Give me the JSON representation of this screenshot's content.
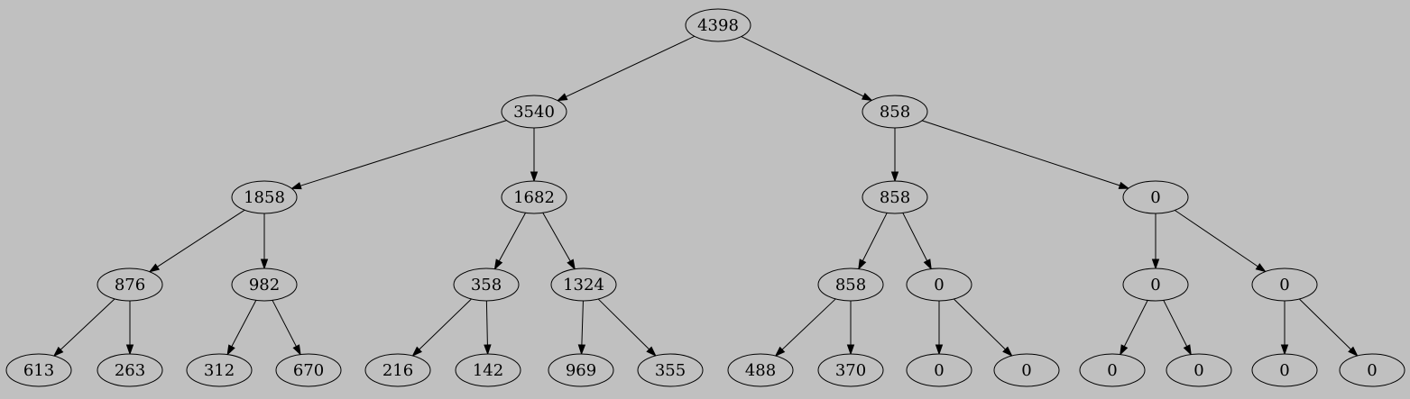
{
  "colors": {
    "background": "#c0c0c0",
    "node_fill": "#c0c0c0",
    "stroke": "#000000",
    "text": "#000000"
  },
  "tree": {
    "nodes": [
      {
        "id": "n0",
        "label": "4398"
      },
      {
        "id": "n1",
        "label": "3540"
      },
      {
        "id": "n2",
        "label": "858"
      },
      {
        "id": "n3",
        "label": "1858"
      },
      {
        "id": "n4",
        "label": "1682"
      },
      {
        "id": "n5",
        "label": "858"
      },
      {
        "id": "n6",
        "label": "0"
      },
      {
        "id": "n7",
        "label": "876"
      },
      {
        "id": "n8",
        "label": "982"
      },
      {
        "id": "n9",
        "label": "358"
      },
      {
        "id": "n10",
        "label": "1324"
      },
      {
        "id": "n11",
        "label": "858"
      },
      {
        "id": "n12",
        "label": "0"
      },
      {
        "id": "n13",
        "label": "0"
      },
      {
        "id": "n14",
        "label": "0"
      },
      {
        "id": "n15",
        "label": "613"
      },
      {
        "id": "n16",
        "label": "263"
      },
      {
        "id": "n17",
        "label": "312"
      },
      {
        "id": "n18",
        "label": "670"
      },
      {
        "id": "n19",
        "label": "216"
      },
      {
        "id": "n20",
        "label": "142"
      },
      {
        "id": "n21",
        "label": "969"
      },
      {
        "id": "n22",
        "label": "355"
      },
      {
        "id": "n23",
        "label": "488"
      },
      {
        "id": "n24",
        "label": "370"
      },
      {
        "id": "n25",
        "label": "0"
      },
      {
        "id": "n26",
        "label": "0"
      },
      {
        "id": "n27",
        "label": "0"
      },
      {
        "id": "n28",
        "label": "0"
      },
      {
        "id": "n29",
        "label": "0"
      },
      {
        "id": "n30",
        "label": "0"
      }
    ],
    "edges": [
      [
        "n0",
        "n1"
      ],
      [
        "n0",
        "n2"
      ],
      [
        "n1",
        "n3"
      ],
      [
        "n1",
        "n4"
      ],
      [
        "n2",
        "n5"
      ],
      [
        "n2",
        "n6"
      ],
      [
        "n3",
        "n7"
      ],
      [
        "n3",
        "n8"
      ],
      [
        "n4",
        "n9"
      ],
      [
        "n4",
        "n10"
      ],
      [
        "n5",
        "n11"
      ],
      [
        "n5",
        "n12"
      ],
      [
        "n6",
        "n13"
      ],
      [
        "n6",
        "n14"
      ],
      [
        "n7",
        "n15"
      ],
      [
        "n7",
        "n16"
      ],
      [
        "n8",
        "n17"
      ],
      [
        "n8",
        "n18"
      ],
      [
        "n9",
        "n19"
      ],
      [
        "n9",
        "n20"
      ],
      [
        "n10",
        "n21"
      ],
      [
        "n10",
        "n22"
      ],
      [
        "n11",
        "n23"
      ],
      [
        "n11",
        "n24"
      ],
      [
        "n12",
        "n25"
      ],
      [
        "n12",
        "n26"
      ],
      [
        "n13",
        "n27"
      ],
      [
        "n13",
        "n28"
      ],
      [
        "n14",
        "n29"
      ],
      [
        "n14",
        "n30"
      ]
    ]
  }
}
